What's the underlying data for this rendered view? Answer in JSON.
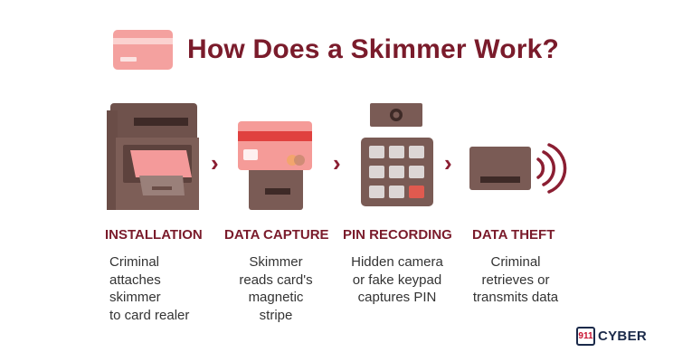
{
  "title": "How Does a Skimmer Work?",
  "colors": {
    "title": "#7a1b2b",
    "accent_pink": "#f4a19f",
    "device_brown": "#7a5b55",
    "device_dark": "#4b3430",
    "card_red": "#e0413f",
    "body_text": "#333333"
  },
  "steps": [
    {
      "icon": "atm-icon",
      "heading": "INSTALLATION",
      "description": "Criminal\nattaches\nskimmer\nto card realer"
    },
    {
      "icon": "card-reader-icon",
      "heading": "DATA CAPTURE",
      "description": "Skimmer\nreads card's\nmagnetic\nstripe"
    },
    {
      "icon": "keypad-camera-icon",
      "heading": "PIN RECORDING",
      "description": "Hidden camera\nor fake keypad\ncaptures PIN"
    },
    {
      "icon": "wireless-transmitter-icon",
      "heading": "DATA THEFT",
      "description": "Criminal\nretrieves or\ntransmits data"
    }
  ],
  "arrows": [
    "›",
    "›",
    "›"
  ],
  "logo": {
    "badge": "911",
    "text": "CYBER"
  }
}
